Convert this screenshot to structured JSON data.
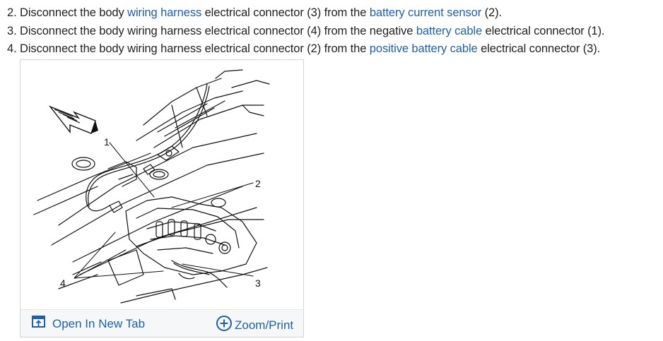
{
  "steps": [
    {
      "parts": [
        {
          "text": "2. Disconnect the body ",
          "link": false
        },
        {
          "text": "wiring harness",
          "link": true
        },
        {
          "text": " electrical connector (3) from the ",
          "link": false
        },
        {
          "text": "battery current sensor",
          "link": true
        },
        {
          "text": " (2).",
          "link": false
        }
      ]
    },
    {
      "parts": [
        {
          "text": "3. Disconnect the body wiring harness electrical connector (4) from the negative ",
          "link": false
        },
        {
          "text": "battery cable",
          "link": true
        },
        {
          "text": " electrical connector (1).",
          "link": false
        }
      ]
    },
    {
      "parts": [
        {
          "text": "4. Disconnect the body wiring harness electrical connector (2) from the ",
          "link": false
        },
        {
          "text": "positive battery cable",
          "link": true
        },
        {
          "text": " electrical connector (3).",
          "link": false
        }
      ]
    }
  ],
  "figure": {
    "callouts": {
      "c1": "1",
      "c2": "2",
      "c3": "3",
      "c4": "4"
    },
    "open_tab_label": "Open In New Tab",
    "zoom_label": "Zoom/Print",
    "open_tab_icon": "open-new-tab-icon",
    "zoom_icon": "zoom-plus-icon"
  },
  "colors": {
    "link": "#1f5fa8",
    "text": "#222222",
    "footer_bg": "#f6f7f9"
  }
}
